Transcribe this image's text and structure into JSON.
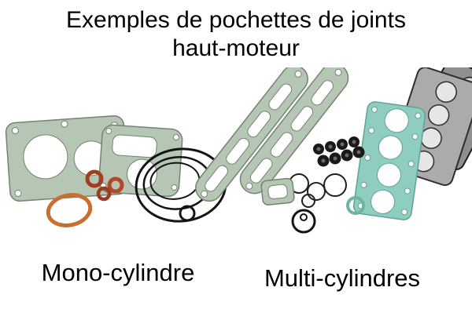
{
  "title": {
    "line1": "Exemples de pochettes de joints",
    "line2": "haut-moteur"
  },
  "captions": {
    "mono": "Mono-cylindre",
    "multi": "Multi-cylindres"
  },
  "colors": {
    "paper_gasket_green": "#b6c6b4",
    "head_gasket_teal": "#8ecdbf",
    "o_ring_orange": "#c8702f",
    "o_ring_red": "#a53d20",
    "rubber_seal_black": "#141414",
    "steel_gasket_grey": "#ababab",
    "text": "#000000"
  }
}
